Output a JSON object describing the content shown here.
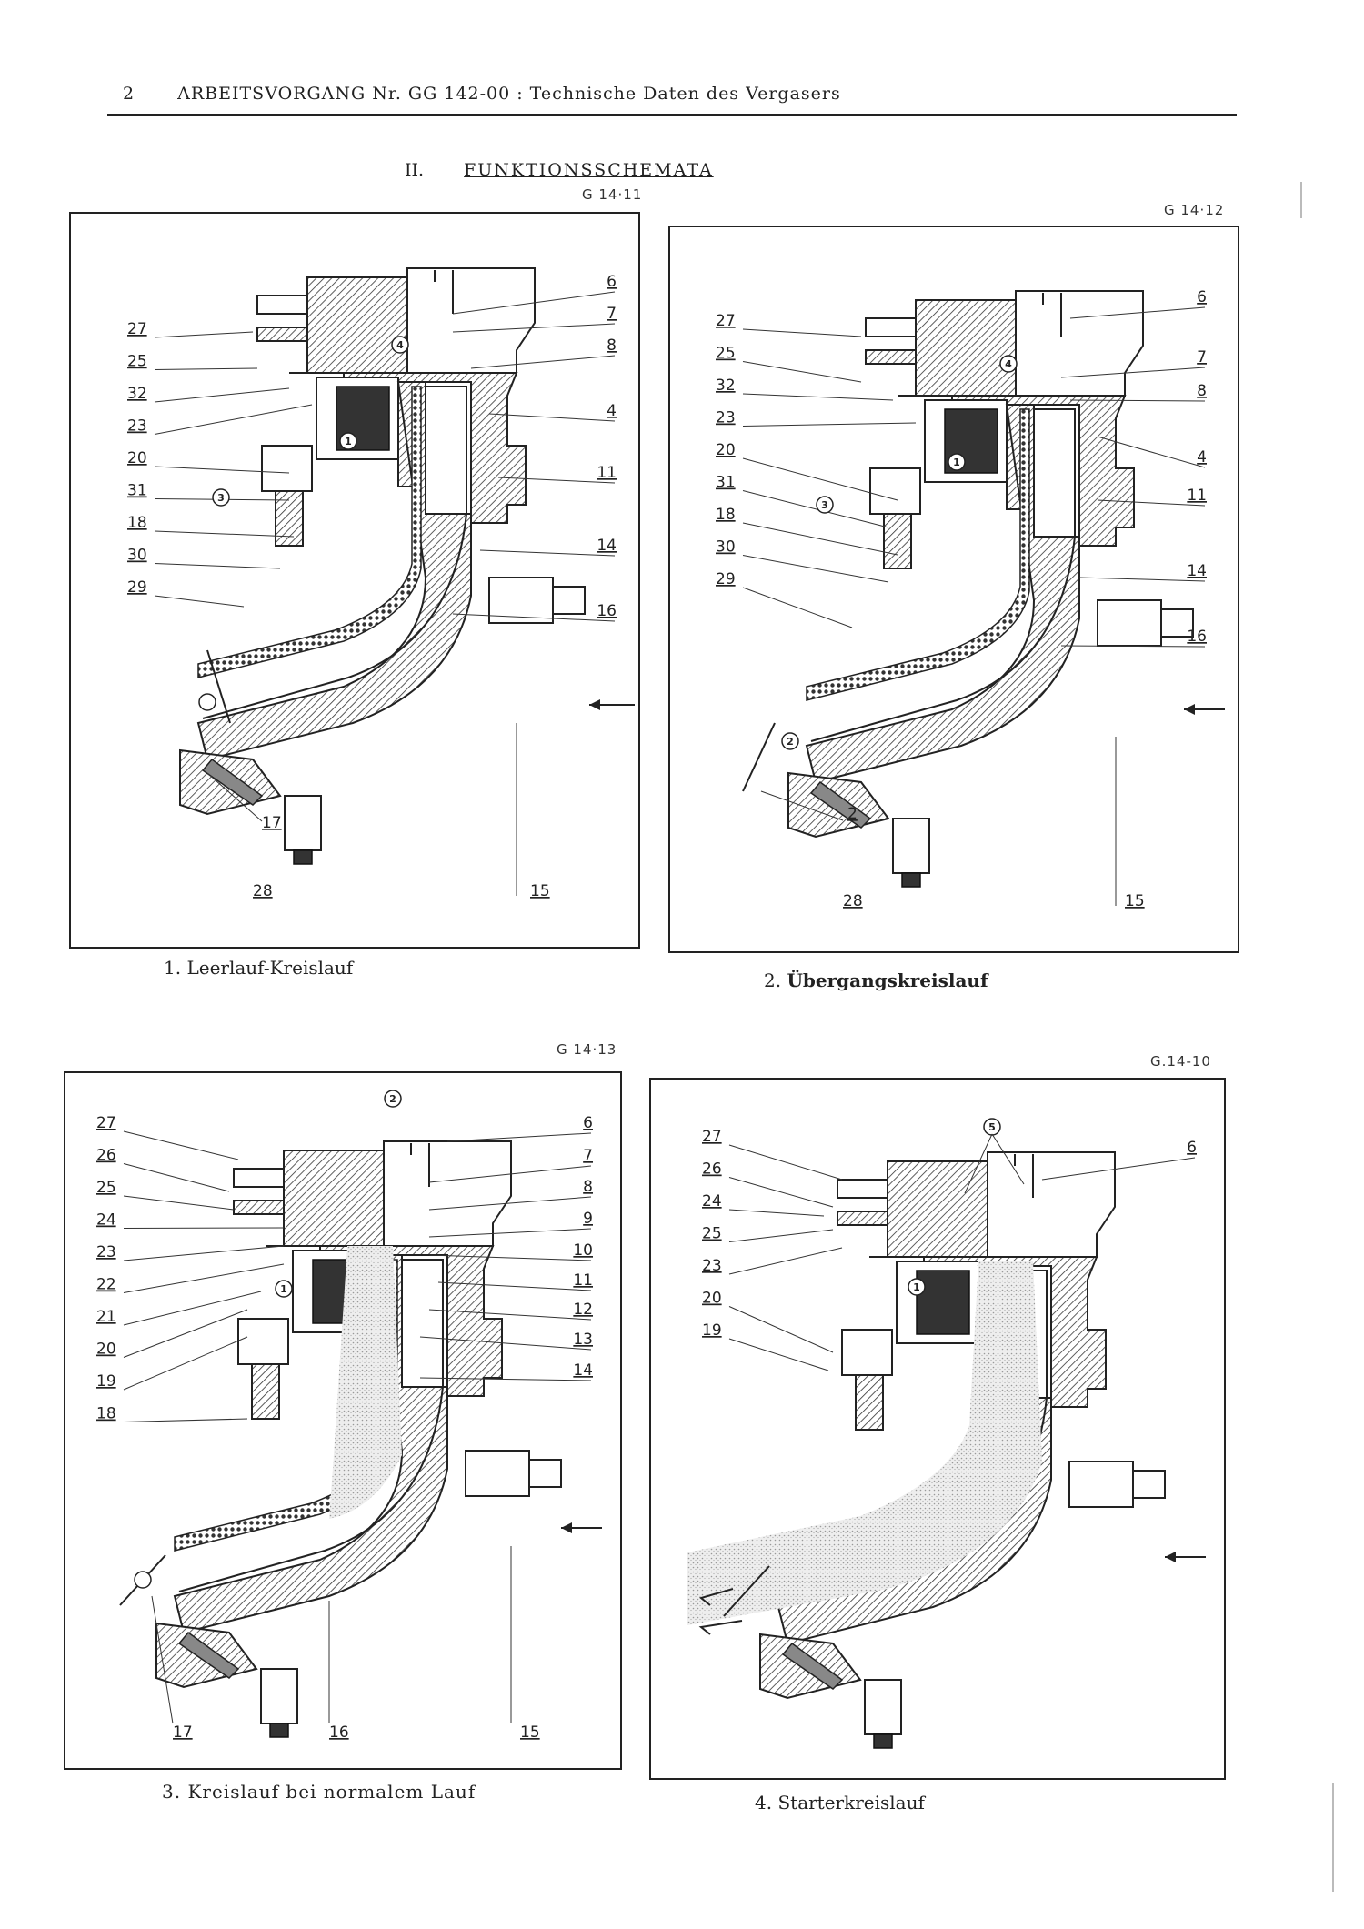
{
  "header": {
    "page_number": "2",
    "title": "ARBEITSVORGANG Nr.  GG 142-00 :  Technische Daten des Vergasers"
  },
  "section": {
    "number": "II.",
    "title": "FUNKTIONSSCHEMATA"
  },
  "panels": [
    {
      "code": "G 14·11",
      "caption_number": "1.",
      "caption_text": "Leerlauf-Kreislauf",
      "labels_left": [
        "27",
        "25",
        "32",
        "23",
        "20",
        "31",
        "18",
        "30",
        "29"
      ],
      "labels_right": [
        "6",
        "7",
        "8",
        "4",
        "11",
        "14",
        "16"
      ],
      "labels_bottom": [
        "17",
        "28",
        "15"
      ],
      "markers": [
        "1",
        "3",
        "4"
      ]
    },
    {
      "code": "G 14·12",
      "caption_number": "2.",
      "caption_text": "Übergangskreislauf",
      "labels_left": [
        "27",
        "25",
        "32",
        "23",
        "20",
        "31",
        "18",
        "30",
        "29"
      ],
      "labels_right": [
        "6",
        "7",
        "8",
        "4",
        "11",
        "14",
        "16"
      ],
      "labels_bottom": [
        "2",
        "28",
        "15"
      ],
      "markers": [
        "1",
        "2",
        "3",
        "4"
      ]
    },
    {
      "code": "G 14·13",
      "caption_number": "3.",
      "caption_text": "Kreislauf bei normalem Lauf",
      "labels_left": [
        "27",
        "26",
        "25",
        "24",
        "23",
        "22",
        "21",
        "20",
        "19",
        "18"
      ],
      "labels_right": [
        "6",
        "7",
        "8",
        "9",
        "10",
        "11",
        "12",
        "13",
        "14"
      ],
      "labels_bottom": [
        "17",
        "16",
        "15"
      ],
      "markers": [
        "1",
        "2"
      ]
    },
    {
      "code": "G.14-10",
      "caption_number": "4.",
      "caption_text": "Starterkreislauf",
      "labels_left": [
        "27",
        "26",
        "24",
        "25",
        "23",
        "20",
        "19"
      ],
      "labels_right": [
        "6"
      ],
      "labels_bottom": [],
      "markers": [
        "1",
        "5"
      ]
    }
  ]
}
